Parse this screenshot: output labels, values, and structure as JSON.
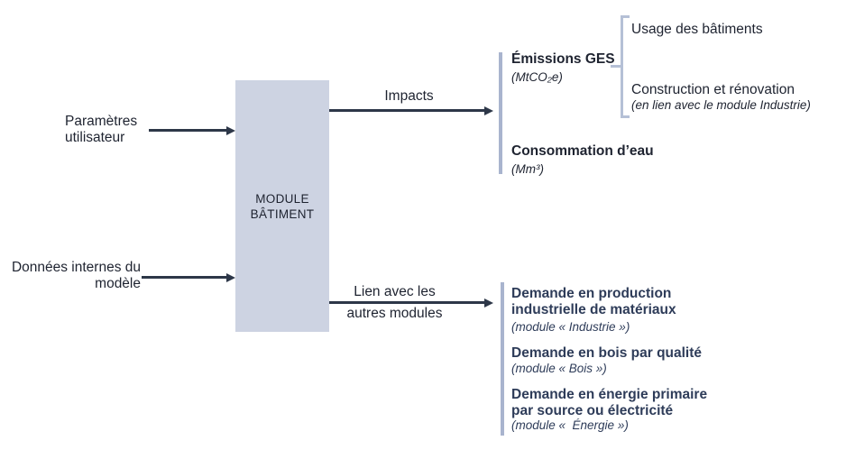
{
  "colors": {
    "background": "#ffffff",
    "box_fill": "#cdd3e2",
    "bar": "#a9b4ce",
    "bracket": "#b5c0d6",
    "arrow": "#2d3748",
    "text_dark": "#1e2330",
    "text_navy": "#2e3c59"
  },
  "module_box": {
    "label": "MODULE\nBÂTIMENT"
  },
  "inputs": [
    {
      "label": "Paramètres\nutilisateur"
    },
    {
      "label": "Données internes du\nmodèle"
    }
  ],
  "flows": {
    "impacts": {
      "label": "Impacts"
    },
    "links": {
      "label_line1": "Lien avec les",
      "label_line2": "autres modules"
    }
  },
  "impacts_outputs": [
    {
      "title": "Émissions GES",
      "unit": "(MtCO₂e)"
    },
    {
      "title": "Consommation d’eau",
      "unit": "(Mm³)"
    }
  ],
  "ges_breakdown": [
    {
      "label": "Usage des bâtiments",
      "note": ""
    },
    {
      "label": "Construction et rénovation",
      "note": "(en lien avec le module Industrie)"
    }
  ],
  "module_links": [
    {
      "title": "Demande en production\nindustrielle de matériaux",
      "note": "(module « Industrie »)"
    },
    {
      "title": "Demande en bois par qualité",
      "note": "(module « Bois »)"
    },
    {
      "title": "Demande en énergie primaire\npar source ou électricité",
      "note": "(module «  Énergie »)"
    }
  ]
}
